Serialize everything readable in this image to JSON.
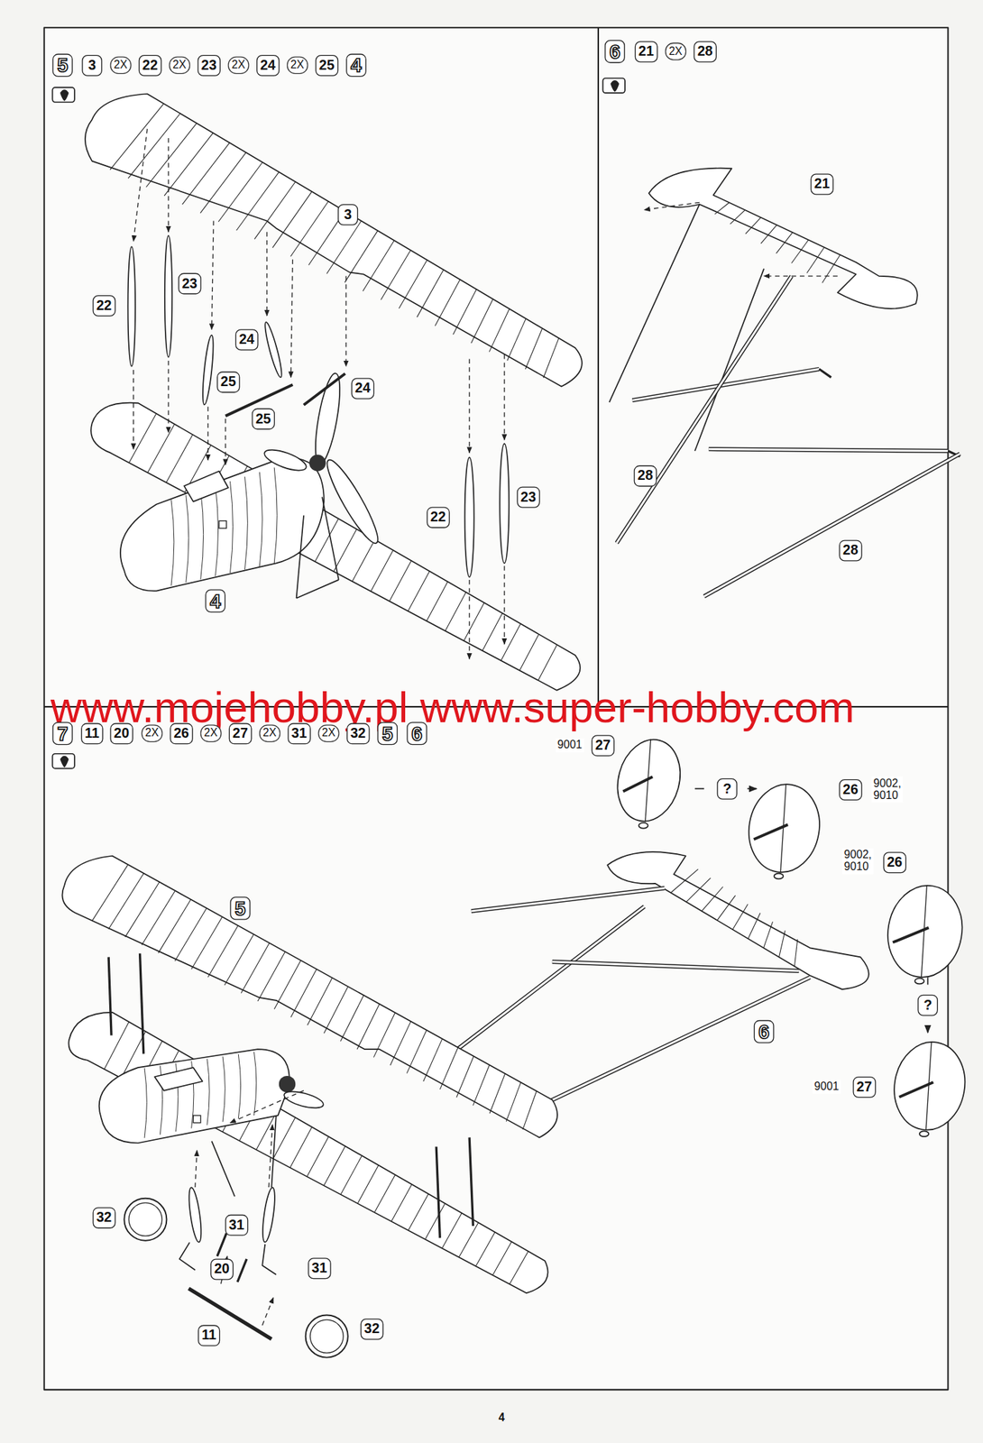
{
  "diagram": {
    "labels": [
      "5",
      "3",
      "2X",
      "22",
      "2X",
      "23",
      "2X",
      "24",
      "2X",
      "25",
      "4",
      "3",
      "22",
      "23",
      "24",
      "25",
      "25",
      "24",
      "22",
      "23",
      "4",
      "6",
      "21",
      "2X",
      "28",
      "21",
      "28",
      "28",
      "www.mojehobby.pl www.super-hobby.com",
      "7",
      "11",
      "20",
      "2X",
      "26",
      "2X",
      "27",
      "2X",
      "31",
      "2X",
      "32",
      "5",
      "6",
      "9001",
      "27",
      "?",
      "26",
      "9002, 9010",
      "9002, 9010",
      "26",
      "5",
      "6",
      "?",
      "9001",
      "27",
      "32",
      "31",
      "20",
      "31",
      "11",
      "32",
      "4"
    ]
  }
}
